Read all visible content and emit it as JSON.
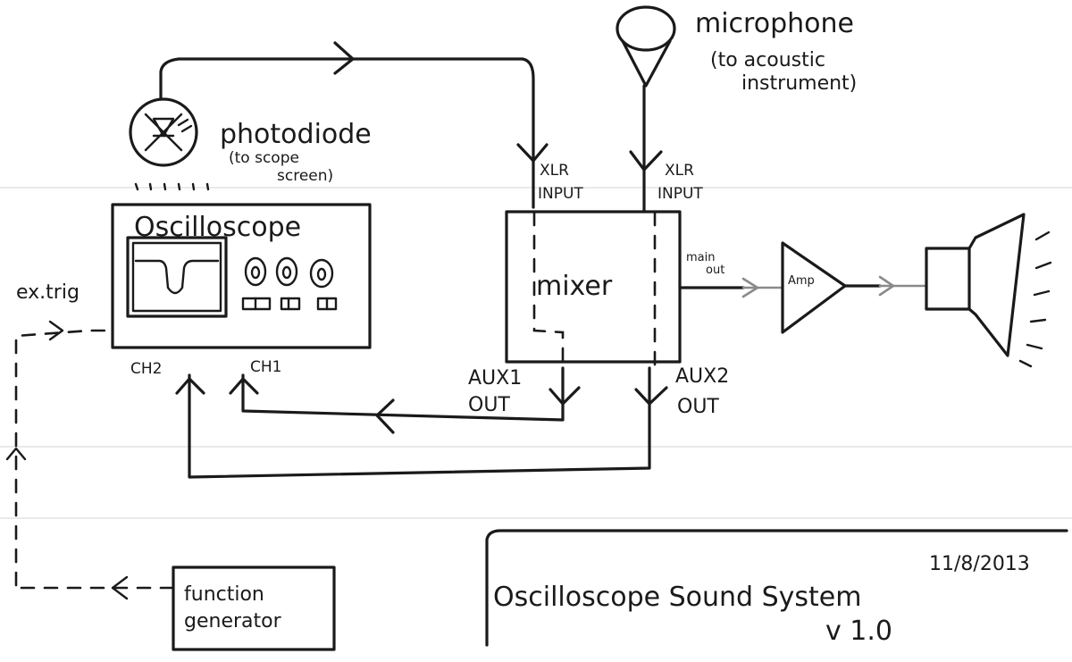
{
  "labels": {
    "microphone": "microphone",
    "microphone_note_line1": "(to acoustic",
    "microphone_note_line2": "instrument)",
    "photodiode": "photodiode",
    "photodiode_note_line1": "(to scope",
    "photodiode_note_line2": "screen)",
    "oscilloscope": "Oscilloscope",
    "xlr_input_1_line1": "XLR",
    "xlr_input_1_line2": "INPUT",
    "xlr_input_2_line1": "XLR",
    "xlr_input_2_line2": "INPUT",
    "mixer": "mixer",
    "main_out_line1": "main",
    "main_out_line2": "out",
    "amp": "Amp",
    "ext_trig": "ex.trig",
    "ch2": "CH2",
    "ch1": "CH1",
    "aux1_out_line1": "AUX1",
    "aux1_out_line2": "OUT",
    "aux2_out_line1": "AUX2",
    "aux2_out_line2": "OUT",
    "function_generator_line1": "function",
    "function_generator_line2": "generator",
    "date": "11/8/2013",
    "title": "Oscilloscope Sound System",
    "version": "v 1.0"
  }
}
